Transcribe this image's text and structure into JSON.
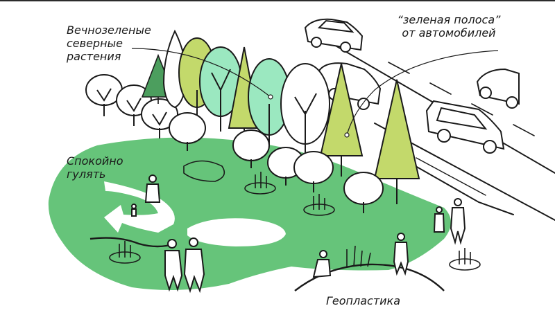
{
  "labels": {
    "evergreen": "Вечнозеленые\nсеверные\nрастения",
    "greenbelt": "“зеленая полоса”\nот автомобилей",
    "walk": "Спокойно\nгулять",
    "geoplastic": "Геопластика"
  },
  "colors": {
    "lawn": "#66c47a",
    "light_green": "#c3d96b",
    "mint": "#9be8c0",
    "dark_green": "#4c9e5e",
    "ink": "#1a1a1a"
  }
}
